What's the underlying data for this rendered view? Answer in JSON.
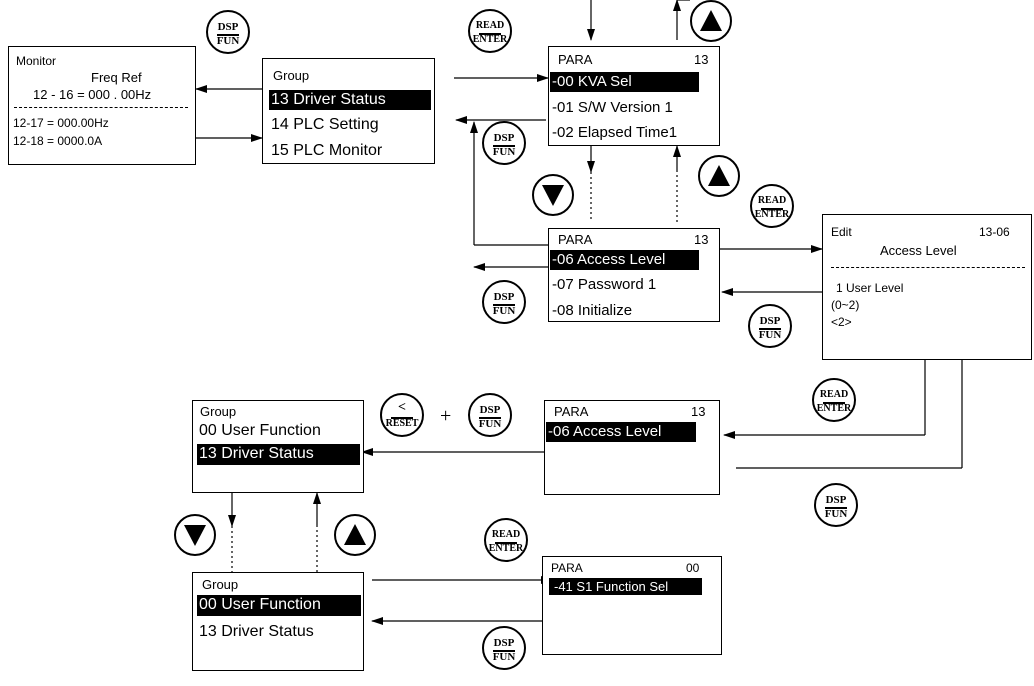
{
  "colors": {
    "ink": "#000000",
    "paper": "#ffffff",
    "highlight_bg": "#000000",
    "highlight_fg": "#ffffff"
  },
  "buttons": {
    "dsp_fun": {
      "top": "DSP",
      "bottom": "FUN"
    },
    "read_enter": {
      "top": "READ",
      "bottom": "ENTER"
    },
    "reset": {
      "top": "<",
      "bottom": "RESET"
    },
    "up_icon": "up-triangle-icon",
    "down_icon": "down-triangle-icon",
    "plus": "+"
  },
  "monitor": {
    "title": "Monitor",
    "freq_ref": "Freq  Ref",
    "line1": "12  -  16 = 000 . 00Hz",
    "line2": "12-17 = 000.00Hz",
    "line3": "12-18 = 0000.0A"
  },
  "group_top": {
    "title": "Group",
    "items": [
      "13 Driver Status",
      "14 PLC Setting",
      "15 PLC Monitor"
    ],
    "selected": "13 Driver Status"
  },
  "para_top": {
    "title": "PARA",
    "group_no": "13",
    "items": [
      "-00 KVA Sel",
      "-01  S/W Version 1",
      "-02 Elapsed Time1"
    ],
    "selected": "-00 KVA Sel"
  },
  "para_mid": {
    "title": "PARA",
    "group_no": "13",
    "items": [
      "-06 Access Level",
      "-07 Password 1",
      "-08 Initialize"
    ],
    "selected": "-06 Access Level"
  },
  "edit": {
    "title": "Edit",
    "code": "13-06",
    "name": "Access Level",
    "value": "1  User Level",
    "range": "(0~2)",
    "default": "<2>"
  },
  "group_mid": {
    "title": "Group",
    "items": [
      "00 User Function",
      "13 Driver Status"
    ],
    "selected": "13 Driver Status"
  },
  "para_access": {
    "title": "PARA",
    "group_no": "13",
    "items": [
      "-06 Access Level"
    ],
    "selected": "-06 Access Level"
  },
  "group_bottom": {
    "title": "Group",
    "items": [
      "00 User Function",
      "13 Driver Status"
    ],
    "selected": "00 User Function"
  },
  "para_user": {
    "title": "PARA",
    "group_no": "00",
    "items": [
      "-41 S1 Function Sel"
    ],
    "selected": "-41 S1 Function Sel"
  }
}
